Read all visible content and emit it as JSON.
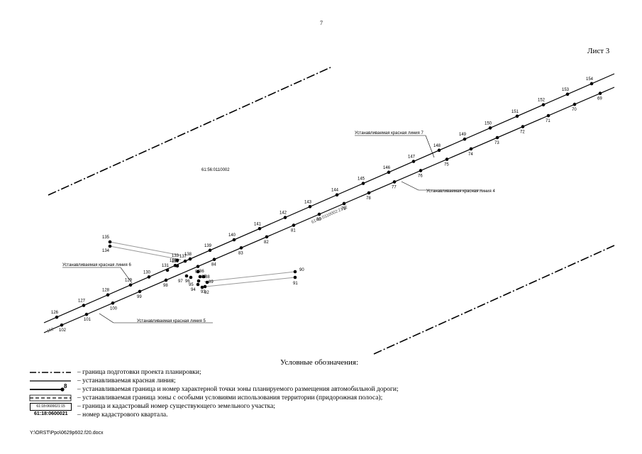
{
  "page_number": "7",
  "sheet_label": "Лист 3",
  "quarter_label": "61:56:0110002",
  "parcel_label": "61:56:0110002:2152",
  "parcel_label_left": "152",
  "red_line_7": "Устанавливаемая красная линия 7",
  "red_line_4": "Устанавливаемая красная линия 4",
  "red_line_6": "Устанавливаемая красная линия 6",
  "red_line_5": "Устанавливаемая красная линия 5",
  "points_upper": [
    "126",
    "127",
    "128",
    "129",
    "130",
    "131",
    "132",
    "133",
    "136",
    "137",
    "138",
    "139",
    "140",
    "141",
    "142",
    "143",
    "144",
    "145",
    "146",
    "147",
    "148",
    "149",
    "150",
    "151",
    "152",
    "153",
    "154"
  ],
  "points_lower": [
    "102",
    "101",
    "100",
    "99",
    "98",
    "85",
    "84",
    "83",
    "82",
    "81",
    "80",
    "79",
    "78",
    "77",
    "76",
    "75",
    "74",
    "73",
    "72",
    "71",
    "70",
    "69"
  ],
  "points_spur_left": [
    "135",
    "134"
  ],
  "points_spur_right": [
    "86",
    "87",
    "88",
    "89",
    "90",
    "91",
    "92",
    "93",
    "94",
    "95",
    "96",
    "97"
  ],
  "legend": {
    "title": "Условные обозначения:",
    "items": [
      "– граница подготовки проекта планировки;",
      "– устанавливаемая красная линия;",
      "– устанавливаемая граница и номер характерной точки зоны планируемого размещения автомобильной дороги;",
      "– устанавливаемая граница зоны с особыми условиями использования территории (придорожная полоса);",
      "– граница и кадастровый номер существующего земельного участка;",
      "– номер кадастрового квартала."
    ],
    "point_symbol_label": "8",
    "parcel_symbol_label": "61:18:0600021:15",
    "quarter_symbol_label": "61:18:0600021"
  },
  "footer": "Y:\\ORST\\Ppo\\0629p602.f20.docx"
}
